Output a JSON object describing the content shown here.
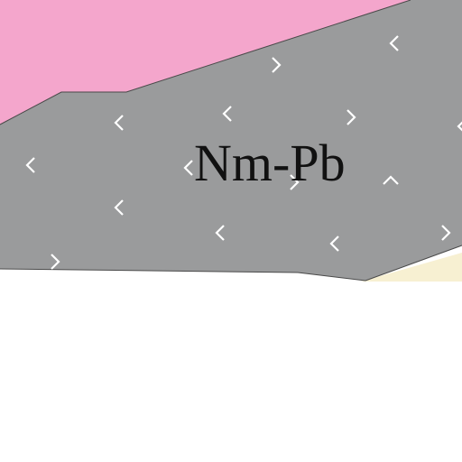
{
  "map": {
    "units": [
      {
        "id": "pink-unit",
        "color": "#f4a6cc"
      },
      {
        "id": "gray-unit",
        "color": "#9a9b9c",
        "label": "Nm-Pb",
        "pattern": "volcanic-v-marks"
      },
      {
        "id": "cream-unit",
        "color": "#f7f0d2"
      }
    ],
    "background_color": "#ffffff"
  }
}
